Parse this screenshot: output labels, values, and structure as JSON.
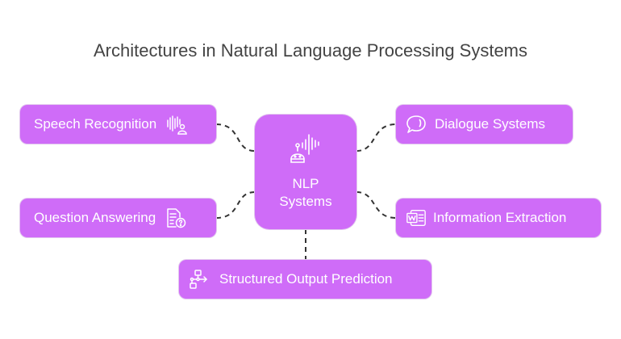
{
  "title": "Architectures in Natural Language Processing Systems",
  "center": {
    "line1": "NLP",
    "line2": "Systems",
    "icon": "robot-soundwave-icon"
  },
  "nodes": [
    {
      "label": "Speech Recognition",
      "icon": "voice-recognition-icon"
    },
    {
      "label": "Dialogue Systems",
      "icon": "speech-bubble-icon"
    },
    {
      "label": "Question Answering",
      "icon": "document-question-icon"
    },
    {
      "label": "Information Extraction",
      "icon": "word-document-icon"
    },
    {
      "label": "Structured Output Prediction",
      "icon": "flowchart-icon"
    }
  ],
  "colors": {
    "node_fill": "#cf6cf8",
    "text": "#ffffff",
    "title": "#444444",
    "connector": "#333333"
  }
}
